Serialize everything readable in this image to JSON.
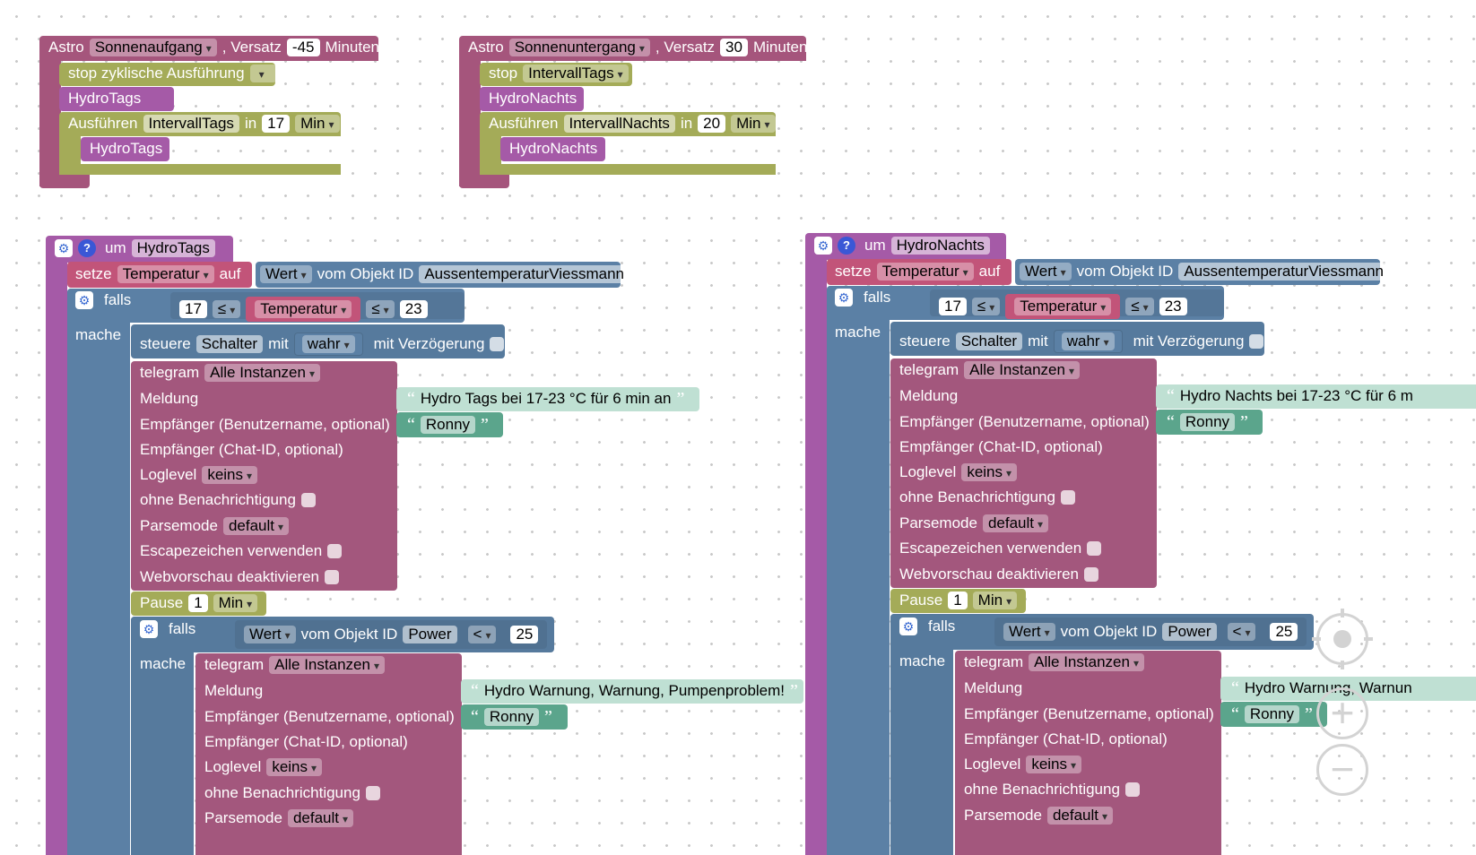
{
  "astro1": {
    "label": "Astro",
    "event": "Sonnenaufgang",
    "offset_label": ", Versatz",
    "offset": "-45",
    "unit": "Minuten",
    "stop_label": "stop zyklische Ausführung",
    "proc": "HydroTags",
    "exec_label": "Ausführen",
    "exec_target": "IntervallTags",
    "in_label": "in",
    "in_value": "17",
    "in_unit": "Min",
    "exec_body": "HydroTags"
  },
  "astro2": {
    "label": "Astro",
    "event": "Sonnenuntergang",
    "offset_label": ", Versatz",
    "offset": "30",
    "unit": "Minuten",
    "stop_label": "stop",
    "stop_target": "IntervallTags",
    "proc": "HydroNachts",
    "exec_label": "Ausführen",
    "exec_target": "IntervallNachts",
    "in_label": "in",
    "in_value": "20",
    "in_unit": "Min",
    "exec_body": "HydroNachts"
  },
  "left": {
    "um": "um",
    "func": "HydroTags",
    "setze": "setze",
    "var": "Temperatur",
    "auf": "auf",
    "wert": "Wert",
    "vom": "vom Objekt ID",
    "obj": "AussentemperaturViessmann",
    "falls": "falls",
    "lo": "17",
    "op": "≤",
    "var2": "Temperatur",
    "hi": "23",
    "mache": "mache",
    "steuere": "steuere",
    "schalter": "Schalter",
    "mit": "mit",
    "wahr": "wahr",
    "verz": "mit Verzögerung",
    "telegram": "telegram",
    "inst": "Alle Instanzen",
    "meldung": "Meldung",
    "msg": "Hydro Tags bei 17-23 °C für 6 min an",
    "emp1": "Empfänger (Benutzername, optional)",
    "user": "Ronny",
    "emp2": "Empfänger (Chat-ID, optional)",
    "loglevel": "Loglevel",
    "keins": "keins",
    "ohne": "ohne Benachrichtigung",
    "parse": "Parsemode",
    "default": "default",
    "esc": "Escapezeichen verwenden",
    "web": "Webvorschau deaktivieren",
    "pause": "Pause",
    "pause_val": "1",
    "pause_unit": "Min",
    "falls2": "falls",
    "wert2": "Wert",
    "vom2": "vom Objekt ID",
    "obj2": "Power",
    "lt": "<",
    "lim": "25",
    "mache2": "mache",
    "telegram2": "telegram",
    "inst2": "Alle Instanzen",
    "meldung2": "Meldung",
    "msg2": "Hydro Warnung, Warnung, Pumpenproblem!",
    "emp1b": "Empfänger (Benutzername, optional)",
    "user2": "Ronny",
    "emp2b": "Empfänger (Chat-ID, optional)",
    "loglevel2": "Loglevel",
    "keins2": "keins",
    "ohne2": "ohne Benachrichtigung",
    "parse2": "Parsemode",
    "default2": "default"
  },
  "right": {
    "um": "um",
    "func": "HydroNachts",
    "setze": "setze",
    "var": "Temperatur",
    "auf": "auf",
    "wert": "Wert",
    "vom": "vom Objekt ID",
    "obj": "AussentemperaturViessmann",
    "falls": "falls",
    "lo": "17",
    "op": "≤",
    "var2": "Temperatur",
    "hi": "23",
    "mache": "mache",
    "steuere": "steuere",
    "schalter": "Schalter",
    "mit": "mit",
    "wahr": "wahr",
    "verz": "mit Verzögerung",
    "telegram": "telegram",
    "inst": "Alle Instanzen",
    "meldung": "Meldung",
    "msg": "Hydro Nachts bei 17-23 °C für 6 m",
    "emp1": "Empfänger (Benutzername, optional)",
    "user": "Ronny",
    "emp2": "Empfänger (Chat-ID, optional)",
    "loglevel": "Loglevel",
    "keins": "keins",
    "ohne": "ohne Benachrichtigung",
    "parse": "Parsemode",
    "default": "default",
    "esc": "Escapezeichen verwenden",
    "web": "Webvorschau deaktivieren",
    "pause": "Pause",
    "pause_val": "1",
    "pause_unit": "Min",
    "falls2": "falls",
    "wert2": "Wert",
    "vom2": "vom Objekt ID",
    "obj2": "Power",
    "lt": "<",
    "lim": "25",
    "mache2": "mache",
    "telegram2": "telegram",
    "inst2": "Alle Instanzen",
    "meldung2": "Meldung",
    "msg2": "Hydro Warnung, Warnun",
    "emp1b": "Empfänger (Benutzername, optional)",
    "user2": "Ronny",
    "emp2b": "Empfänger (Chat-ID, optional)",
    "loglevel2": "Loglevel",
    "keins2": "keins",
    "ohne2": "ohne Benachrichtigung",
    "parse2": "Parsemode",
    "default2": "default"
  },
  "zoom": {
    "center_icon": "recenter-icon",
    "plus": "+",
    "minus": "−"
  }
}
